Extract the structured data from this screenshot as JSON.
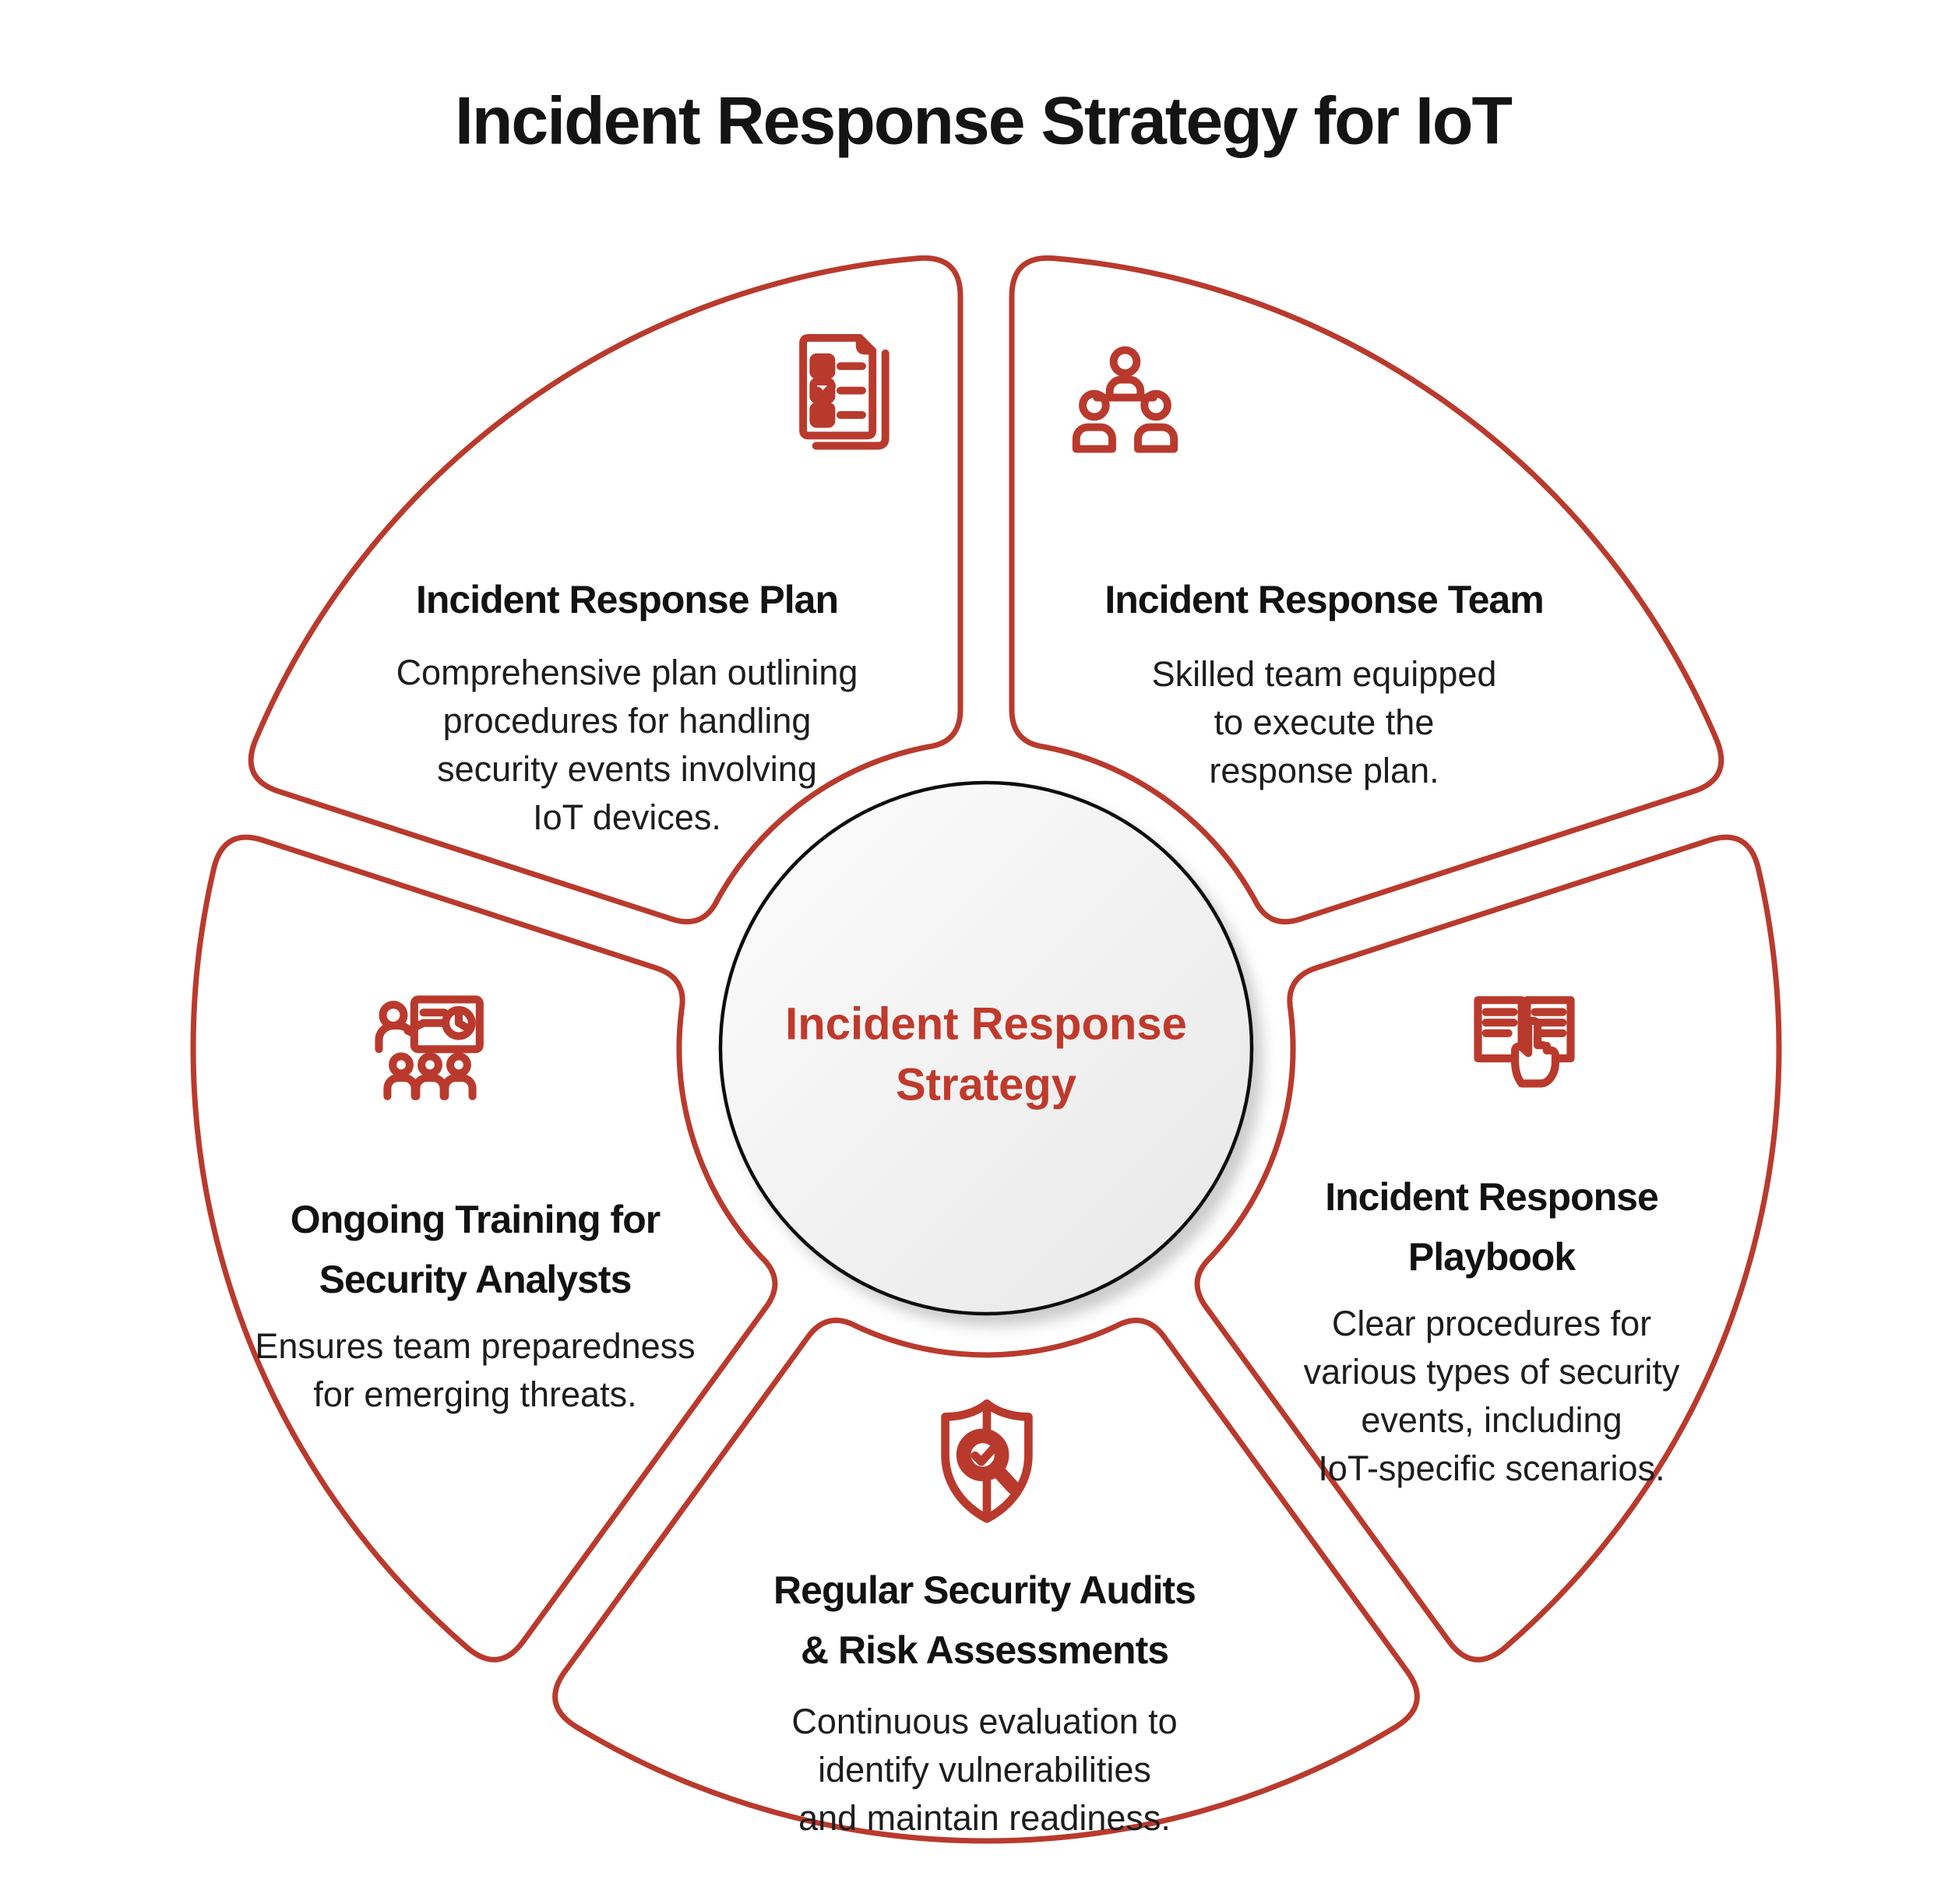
{
  "page": {
    "title": "Incident Response Strategy for IoT",
    "background": "#ffffff"
  },
  "theme": {
    "red": "#b93a2d",
    "text_red": "#c03a2c",
    "ink": "#141414"
  },
  "center": {
    "line1": "Incident Response",
    "line2": "Strategy"
  },
  "segments": {
    "plan": {
      "icon": "checklist-document-icon",
      "title1": "Incident Response Plan",
      "body1": "Comprehensive plan outlining",
      "body2": "procedures for handling",
      "body3": "security events involving",
      "body4": "IoT devices."
    },
    "team": {
      "icon": "team-icon",
      "title1": "Incident Response Team",
      "body1": "Skilled team equipped",
      "body2": "to execute the",
      "body3": "response plan."
    },
    "playbook": {
      "icon": "open-book-hand-icon",
      "title1": "Incident Response",
      "title2": "Playbook",
      "body1": "Clear procedures for",
      "body2": "various types of security",
      "body3": "events, including",
      "body4": "IoT-specific scenarios."
    },
    "audits": {
      "icon": "shield-magnifier-icon",
      "title1": "Regular Security Audits",
      "title2": "& Risk Assessments",
      "body1": "Continuous evaluation to",
      "body2": "identify vulnerabilities",
      "body3": "and maintain readiness."
    },
    "training": {
      "icon": "presentation-training-icon",
      "title1": "Ongoing Training for",
      "title2": "Security Analysts",
      "body1": "Ensures team preparedness",
      "body2": "for emerging threats."
    }
  }
}
